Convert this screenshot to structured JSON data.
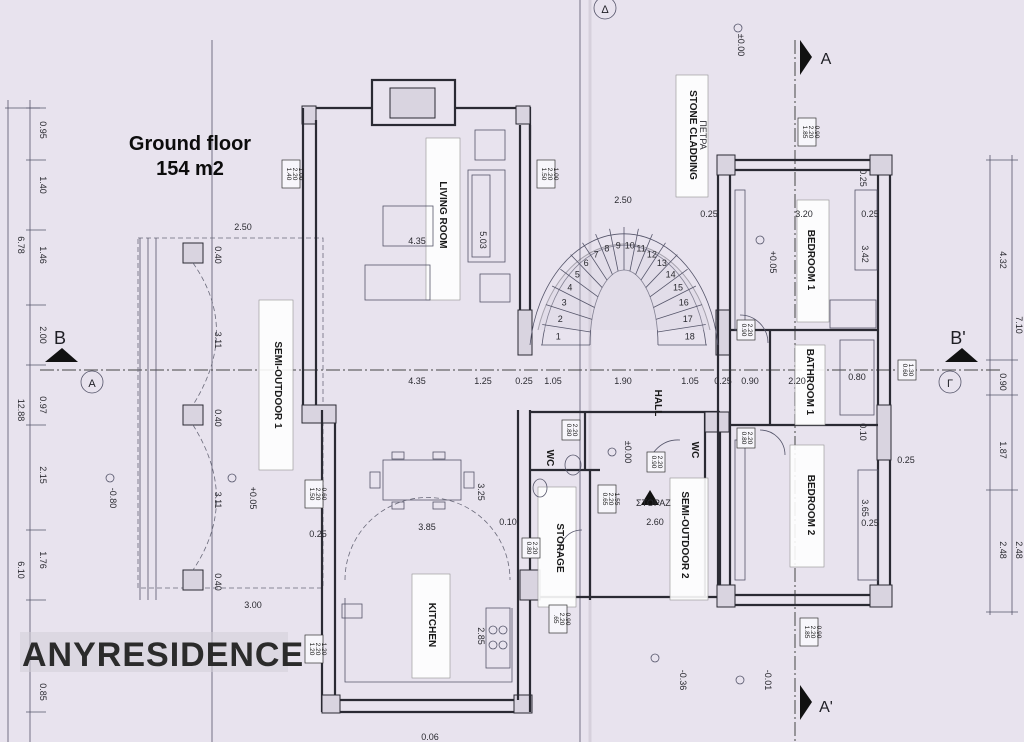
{
  "title": {
    "line1": "Ground floor",
    "line2": "154 m2"
  },
  "watermark": "ANYRESIDENCE",
  "rooms": {
    "living": "LIVING ROOM",
    "semi_outdoor_1": "SEMI-OUTDOOR 1",
    "kitchen": "KITCHEN",
    "storage": "STORAGE",
    "wc_left": "WC",
    "wc_right": "WC",
    "hall": "HALL",
    "semi_outdoor_2": "SEMI-OUTDOOR 2",
    "bedroom1": "BEDROOM 1",
    "bathroom1": "BATHROOM 1",
    "bedroom2": "BEDROOM 2",
    "stone": "STONE CLADDING",
    "stone_sub": "ΠΕΤΡΑ",
    "storage_sub": "ΣΤΟΡΑΖ"
  },
  "section_marks": {
    "b_left": "B",
    "b_right": "B'",
    "a_top": "A",
    "a_bottom": "A'",
    "circ_left": "A",
    "circ_right": "Γ",
    "circ_top": "Δ"
  },
  "dims": {
    "d_2_50_top": "2.50",
    "d_2_50_left": "2.50",
    "d_4_35_a": "4.35",
    "d_5_03": "5.03",
    "d_0_40_a": "0.40",
    "d_3_11_a": "3.11",
    "d_4_35_b": "4.35",
    "d_1_25": "1.25",
    "d_0_25_a": "0.25",
    "d_1_05_a": "1.05",
    "d_1_90": "1.90",
    "d_1_05_b": "1.05",
    "d_0_25_b": "0.25",
    "d_0_90": "0.90",
    "d_2_20": "2.20",
    "d_0_80": "0.80",
    "d_0_40_b": "0.40",
    "d_3_11_b": "3.11",
    "d_3_25": "3.25",
    "d_3_85": "3.85",
    "d_0_25_c": "0.25",
    "d_0_10": "0.10",
    "d_0_40_c": "0.40",
    "d_3_00": "3.00",
    "d_2_85": "2.85",
    "d_2_60": "2.60",
    "d_3_42": "3.42",
    "d_3_65": "3.65",
    "d_0_25_d": "0.25",
    "d_0_25_e": "0.25",
    "d_0_25_f": "0.25",
    "d_0_25_g": "0.25",
    "d_0_25_h": "0.25",
    "d_0_10_b": "0.10",
    "d_3_20": "3.20"
  },
  "left_dims": [
    "0.95",
    "1.40",
    "1.46",
    "2.00",
    "0.97",
    "2.15",
    "1.76",
    "0.85"
  ],
  "left_totals": [
    "6.78",
    "12.88",
    "6.10"
  ],
  "right_dims": [
    "4.32",
    "0.90",
    "1.87",
    "2.48"
  ],
  "right_totals": [
    "7.10",
    "2.48"
  ],
  "stairs": [
    "1",
    "2",
    "3",
    "4",
    "5",
    "6",
    "7",
    "8",
    "9",
    "10",
    "11",
    "12",
    "13",
    "14",
    "15",
    "16",
    "17",
    "18"
  ],
  "tags": {
    "t1": "1.40\n2.20\n1.00",
    "t2": "1.50\n2.20\n1.00",
    "t3": "1.85\n2.20\n0.90",
    "t4": "0.90\n2.20",
    "t5": "0.80\n2.20",
    "t6": "0.65\n2.20\n1.55",
    "t7": "0.80\n2.20",
    "t8": "1.50\n2.20\n0.60",
    "t9": "1.20\n2.20\n1.20",
    "t10": ".65\n2.20\n0.90",
    "t11": "1.85\n2.20\n0.90",
    "t12": "0.60\n1.30",
    "t13": "0.90\n2.20",
    "t14": "0.80\n2.20"
  },
  "levels": {
    "l1": "±0.00",
    "l2": "+0.05",
    "l3": "±0.00",
    "l4": "-0.80",
    "l5": "+0.05",
    "l6": "-0.36",
    "l7": "-0.01",
    "l8": "0.06"
  }
}
